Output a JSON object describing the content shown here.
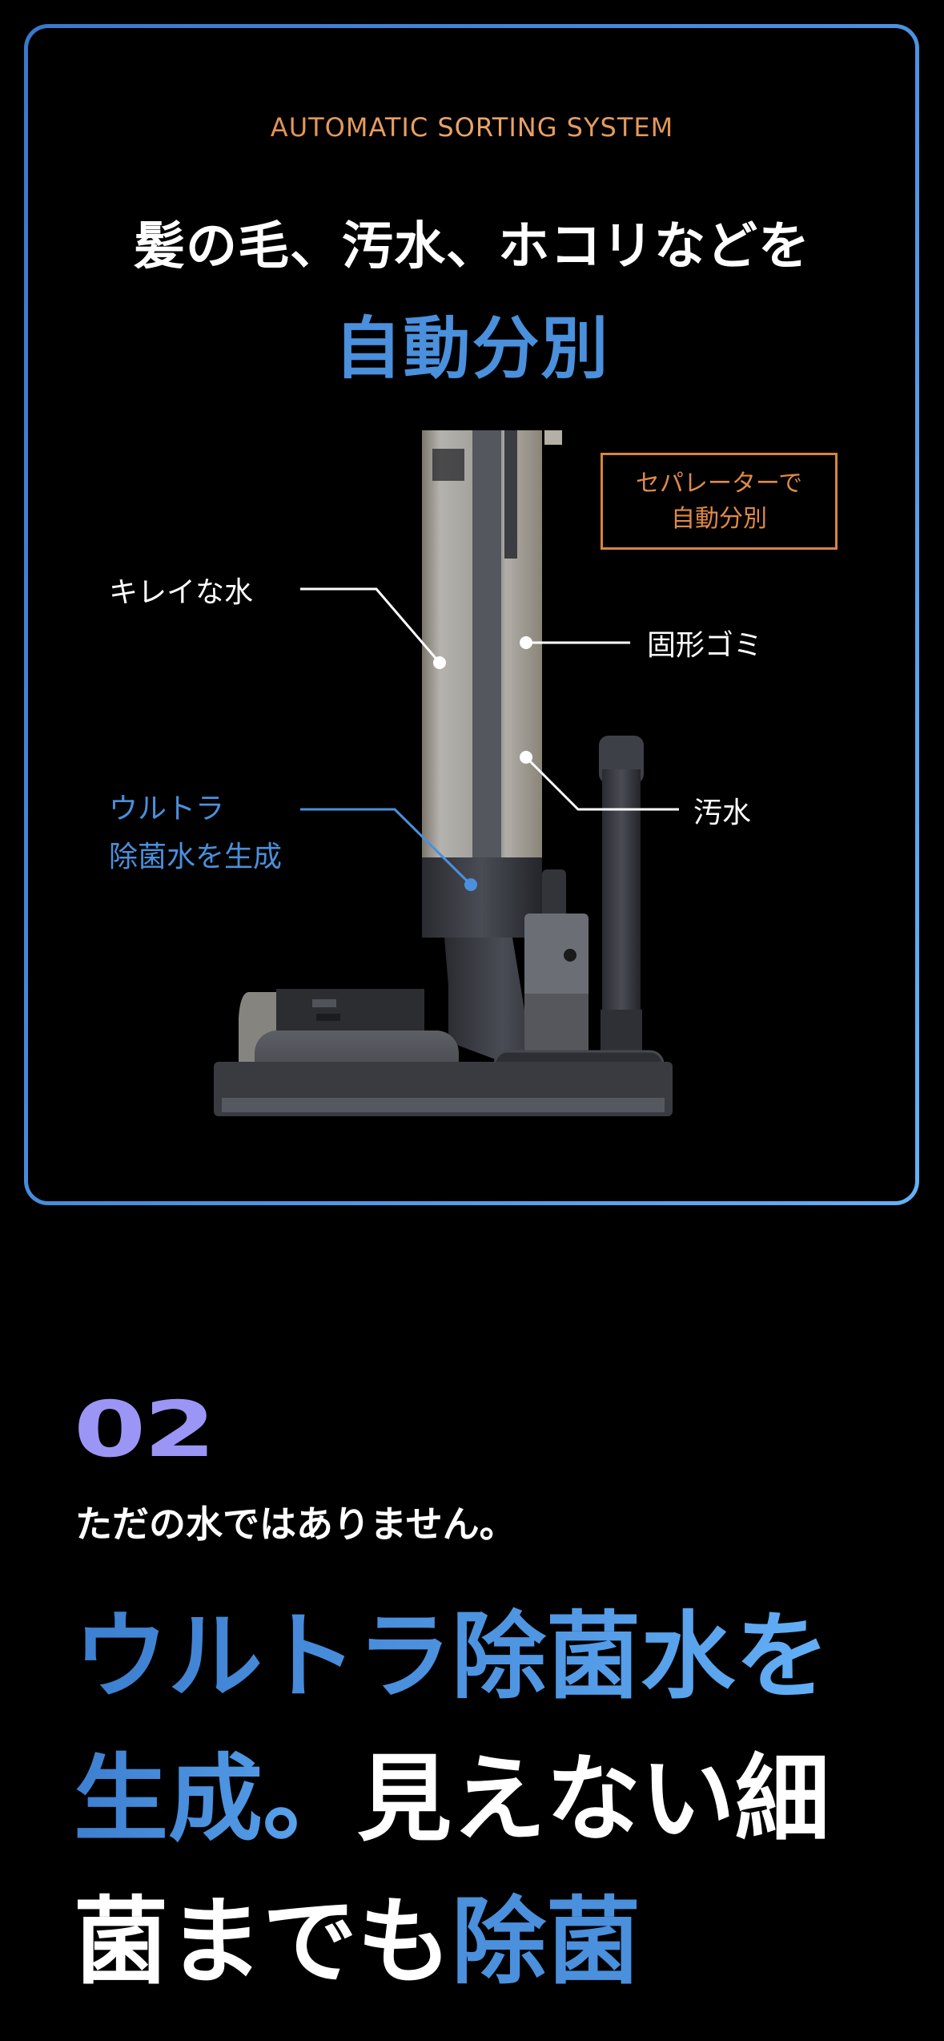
{
  "feature_card": {
    "eyebrow": "AUTOMATIC SORTING SYSTEM",
    "title_line1": "髪の毛、汚水、ホコリなどを",
    "title_line2": "自動分別",
    "separator_box": {
      "line1": "セパレーターで",
      "line2": "自動分別"
    },
    "callouts": {
      "clean_water": "キレイな水",
      "solid_waste": "固形ゴミ",
      "dirty_water": "汚水",
      "ultra_water_line1": "ウルトラ",
      "ultra_water_line2": "除菌水を生成"
    },
    "image_alt": "wet-dry vacuum on docking station cutaway"
  },
  "section_02": {
    "number": "02",
    "subtitle": "ただの水ではありません。",
    "headline": {
      "line1": {
        "blue": "ウルトラ除菌水を"
      },
      "line2": {
        "blue": "生成。",
        "white": "見えない細"
      },
      "line3": {
        "white": "菌までも",
        "blue": "除菌"
      }
    }
  },
  "colors": {
    "background": "#000000",
    "card_border_start": "#3a78cc",
    "card_border_end": "#64b0f6",
    "accent_orange": "#e08a45",
    "accent_blue": "#4a90dc",
    "number_lavender": "#9b96f5"
  }
}
